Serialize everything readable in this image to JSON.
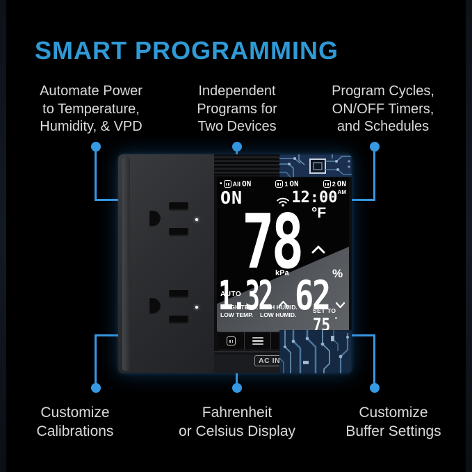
{
  "title": "SMART PROGRAMMING",
  "callouts": {
    "top": [
      {
        "lines": [
          "Automate Power",
          "to Temperature,",
          "Humidity, & VPD"
        ]
      },
      {
        "lines": [
          "Independent",
          "Programs for",
          "Two Devices"
        ]
      },
      {
        "lines": [
          "Program Cycles,",
          "ON/OFF Timers,",
          "and Schedules"
        ]
      }
    ],
    "bottom": [
      {
        "lines": [
          "Customize",
          "Calibrations"
        ]
      },
      {
        "lines": [
          "Fahrenheit",
          "or Celsius Display"
        ]
      },
      {
        "lines": [
          "Customize",
          "Buffer Settings"
        ]
      }
    ]
  },
  "device": {
    "display": {
      "bullet": "•",
      "outlets_header": [
        {
          "label": "All",
          "state": "ON"
        },
        {
          "label": "1",
          "state": "ON"
        },
        {
          "label": "2",
          "state": "ON"
        }
      ],
      "power_state": "ON",
      "time": "12:00",
      "meridiem": "AM",
      "temperature": "78",
      "temperature_unit": "°F",
      "vpd": "1.32",
      "vpd_unit": "kPa",
      "humidity": "62",
      "humidity_unit": "%",
      "mode": "AUTO",
      "alert_temp_high": "HIGH TEMP.",
      "alert_temp_low": "LOW TEMP.",
      "alert_humid_high": "HIGH HUMID.",
      "alert_humid_low": "LOW HUMID.",
      "set_to_label": "SET TO",
      "set_to_value": "75",
      "set_to_degree": "°",
      "back_glyph": "‹"
    },
    "ac_in_label": "AC IN"
  },
  "icons": {
    "wifi": "wifi-icon",
    "outlet": "outlet-icon",
    "menu": "menu-icon",
    "back": "back-arrow-icon",
    "caret_up": "chevron-up-icon",
    "caret_down": "chevron-down-icon"
  },
  "colors": {
    "accent_blue": "#2F9AD5",
    "connector_blue": "#3899E3",
    "caption_text": "#DADADA",
    "background": "#000000",
    "circuit_blue": "#4A759E"
  }
}
